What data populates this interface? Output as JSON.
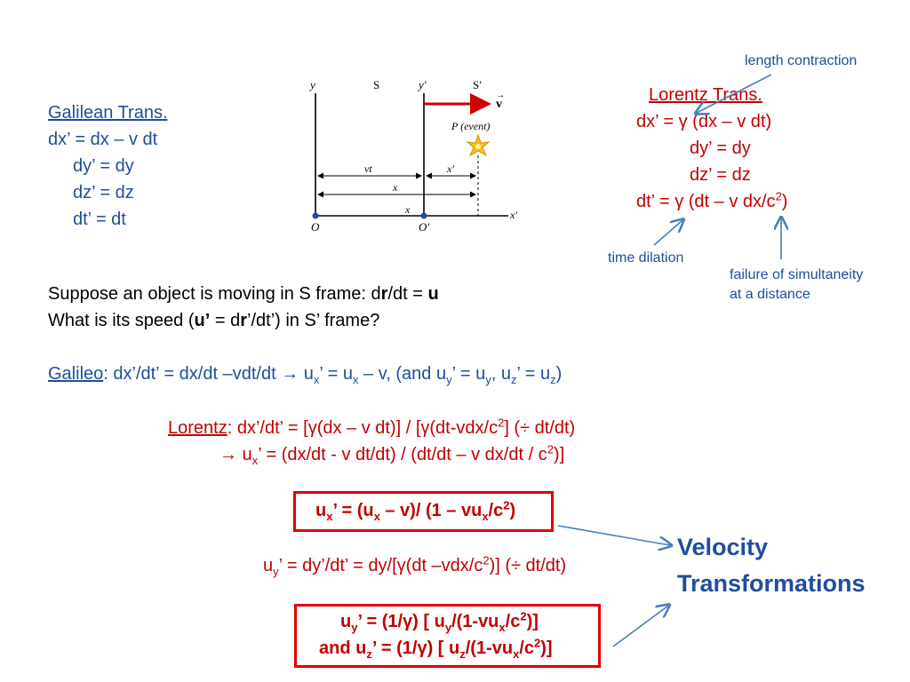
{
  "galilean": {
    "title": "Galilean Trans.",
    "eq1": "dx’ =  dx – v dt",
    "eq2": "dy’ = dy",
    "eq3": "dz’ =  dz",
    "eq4": "dt’ =  dt"
  },
  "diagram": {
    "label_y": "y",
    "label_S": "S",
    "label_yp": "y′",
    "label_Sp": "S′",
    "label_v": "v",
    "label_P": "P (event)",
    "label_vt": "vt",
    "label_xp_mid": "x′",
    "label_x_mid": "x",
    "label_x_axis": "x",
    "label_xp_axis": "x′",
    "label_O": "O",
    "label_Op": "O′"
  },
  "lorentz": {
    "title": "Lorentz Trans.",
    "eq1_pre": "dx’ = ",
    "eq1_post": " (dx – v dt)",
    "eq2": "dy’ = dy",
    "eq3": "dz’ =  dz",
    "eq4_pre": "dt’ = ",
    "eq4_post": " (dt – v dx/c",
    "eq4_sup": "2",
    "eq4_end": ")"
  },
  "annotations": {
    "length_contraction": "length contraction",
    "time_dilation": "time dilation",
    "failure_line1": "failure of simultaneity",
    "failure_line2": "at a distance"
  },
  "question": {
    "line1_pre": "Suppose an object is moving in S frame:   d",
    "line1_r": "r",
    "line1_mid": "/dt = ",
    "line1_u": "u",
    "line2_pre": "What is its speed (",
    "line2_u": "u’",
    "line2_mid": " = d",
    "line2_r": "r",
    "line2_post": "’/dt’) in S’ frame?"
  },
  "galileo_line": {
    "label": "Galileo",
    "text": ":  dx’/dt’ = dx/dt –vdt/dt  → u",
    "s1": "x",
    "t2": "’ = u",
    "s2": "x",
    "t3": " – v,  (and u",
    "s3": "y",
    "t4": "’ = u",
    "s4": "y",
    "t5": ", u",
    "s5": "z",
    "t6": "’ = u",
    "s6": "z",
    "t7": ")"
  },
  "lorentz_line": {
    "label": "Lorentz",
    "t1": ":   dx’/dt’ = [",
    "t2": "(dx – v dt)] / [",
    "t3": "(dt-vdx/c",
    "sup": "2",
    "t4": "]    (÷ dt/dt)",
    "l2_t1": "→ u",
    "l2_s1": "x",
    "l2_t2": "’ = (dx/dt  - v dt/dt) / (dt/dt – v dx/dt / c",
    "l2_sup": "2",
    "l2_t3": ")]"
  },
  "box1": {
    "t1": "u",
    "s1": "x",
    "t2": "’ = (u",
    "s2": "x",
    "t3": " – v)/ (1 – vu",
    "s3": "x",
    "t4": "/c",
    "sup": "2",
    "t5": ")"
  },
  "uy_line": {
    "t1": "u",
    "s1": "y",
    "t2": "’ = dy’/dt’ = dy/[",
    "t3": "(dt –vdx/c",
    "sup": "2",
    "t4": ")]  (÷ dt/dt)"
  },
  "box2": {
    "l1_t1": "u",
    "l1_s1": "y",
    "l1_t2": "’ = (1/",
    "l1_t3": ") [ u",
    "l1_s2": "y",
    "l1_t4": "/(1-vu",
    "l1_s3": "x",
    "l1_t5": "/c",
    "l1_sup": "2",
    "l1_t6": ")]",
    "l2_t1": "and u",
    "l2_s1": "z",
    "l2_t2": "’ = (1/",
    "l2_t3": ") [ u",
    "l2_s2": "z",
    "l2_t4": "/(1-vu",
    "l2_s3": "x",
    "l2_t5": "/c",
    "l2_sup": "2",
    "l2_t6": ")]"
  },
  "velocity": {
    "line1": "Velocity",
    "line2": "Transformations"
  },
  "gamma": "γ",
  "colors": {
    "blue": "#1f4e9c",
    "red": "#c00000",
    "box_border": "#e00000",
    "arrow": "#4a7ebb"
  }
}
